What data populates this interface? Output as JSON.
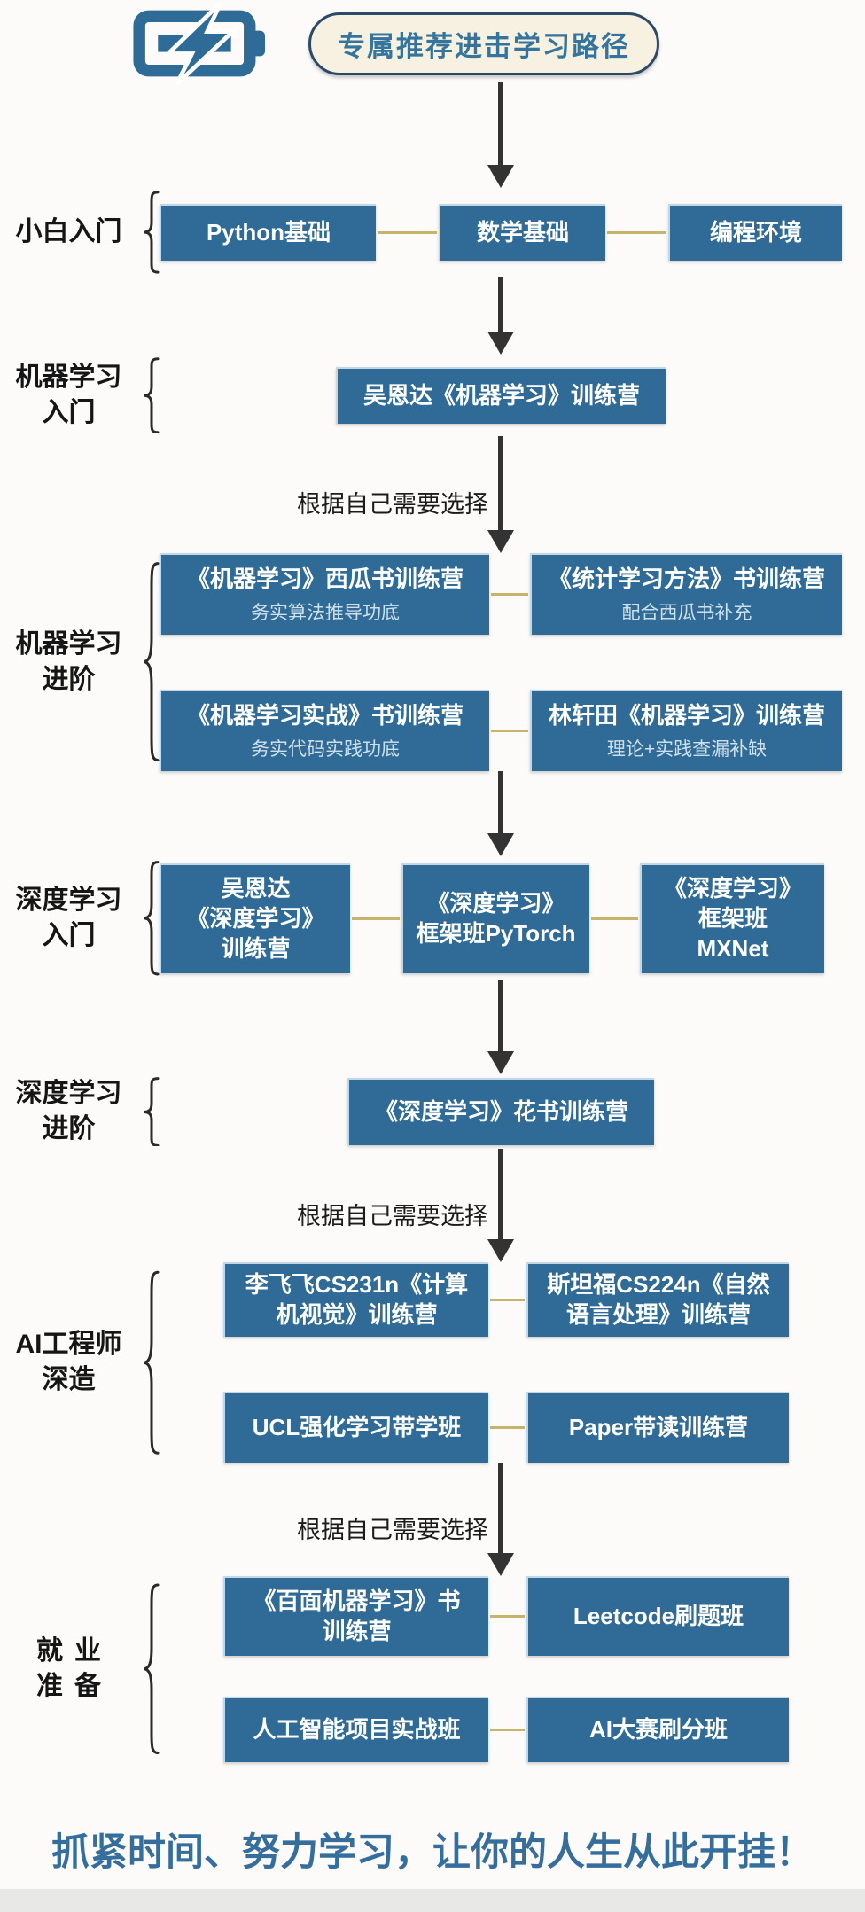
{
  "header": {
    "logo_icon": "battery-lightning-icon",
    "title": "专属推荐进击学习路径"
  },
  "connectors": {
    "choose_label": "根据自己需要选择"
  },
  "sections": [
    {
      "label_lines": [
        "小白入门"
      ],
      "rows": [
        {
          "boxes": [
            {
              "lines": [
                "Python基础"
              ]
            },
            {
              "lines": [
                "数学基础"
              ]
            },
            {
              "lines": [
                "编程环境"
              ]
            }
          ]
        }
      ]
    },
    {
      "label_lines": [
        "机器学习",
        "入门"
      ],
      "rows": [
        {
          "boxes": [
            {
              "lines": [
                "吴恩达《机器学习》训练营"
              ]
            }
          ]
        }
      ]
    },
    {
      "label_lines": [
        "机器学习",
        "进阶"
      ],
      "rows": [
        {
          "boxes": [
            {
              "lines": [
                "《机器学习》西瓜书训练营"
              ],
              "subtitle": "务实算法推导功底"
            },
            {
              "lines": [
                "《统计学习方法》书训练营"
              ],
              "subtitle": "配合西瓜书补充"
            }
          ]
        },
        {
          "boxes": [
            {
              "lines": [
                "《机器学习实战》书训练营"
              ],
              "subtitle": "务实代码实践功底"
            },
            {
              "lines": [
                "林轩田《机器学习》训练营"
              ],
              "subtitle": "理论+实践查漏补缺"
            }
          ]
        }
      ]
    },
    {
      "label_lines": [
        "深度学习",
        "入门"
      ],
      "rows": [
        {
          "boxes": [
            {
              "lines": [
                "吴恩达",
                "《深度学习》",
                "训练营"
              ]
            },
            {
              "lines": [
                "《深度学习》",
                "框架班PyTorch"
              ]
            },
            {
              "lines": [
                "《深度学习》",
                "框架班",
                "MXNet"
              ]
            }
          ]
        }
      ]
    },
    {
      "label_lines": [
        "深度学习",
        "进阶"
      ],
      "rows": [
        {
          "boxes": [
            {
              "lines": [
                "《深度学习》花书训练营"
              ]
            }
          ]
        }
      ]
    },
    {
      "label_lines": [
        "AI工程师",
        "深造"
      ],
      "rows": [
        {
          "boxes": [
            {
              "lines": [
                "李飞飞CS231n《计算",
                "机视觉》训练营"
              ]
            },
            {
              "lines": [
                "斯坦福CS224n《自然",
                "语言处理》训练营"
              ]
            }
          ]
        },
        {
          "boxes": [
            {
              "lines": [
                "UCL强化学习带学班"
              ]
            },
            {
              "lines": [
                "Paper带读训练营"
              ]
            }
          ]
        }
      ]
    },
    {
      "label_lines": [
        "就业",
        "准备"
      ],
      "rows": [
        {
          "boxes": [
            {
              "lines": [
                "《百面机器学习》书",
                "训练营"
              ]
            },
            {
              "lines": [
                "Leetcode刷题班"
              ]
            }
          ]
        },
        {
          "boxes": [
            {
              "lines": [
                "人工智能项目实战班"
              ]
            },
            {
              "lines": [
                "AI大赛刷分班"
              ]
            }
          ]
        }
      ]
    }
  ],
  "footer": {
    "slogan": "抓紧时间、努力学习，让你的人生从此开挂！"
  },
  "colors": {
    "box_blue": "#2f6b96",
    "connector_tan": "#c7b36a",
    "arrow_dark": "#333333",
    "pill_bg": "#f6f1e0",
    "pill_border": "#2c4a68",
    "pill_text": "#35749c",
    "slogan_blue": "#356e9d"
  }
}
